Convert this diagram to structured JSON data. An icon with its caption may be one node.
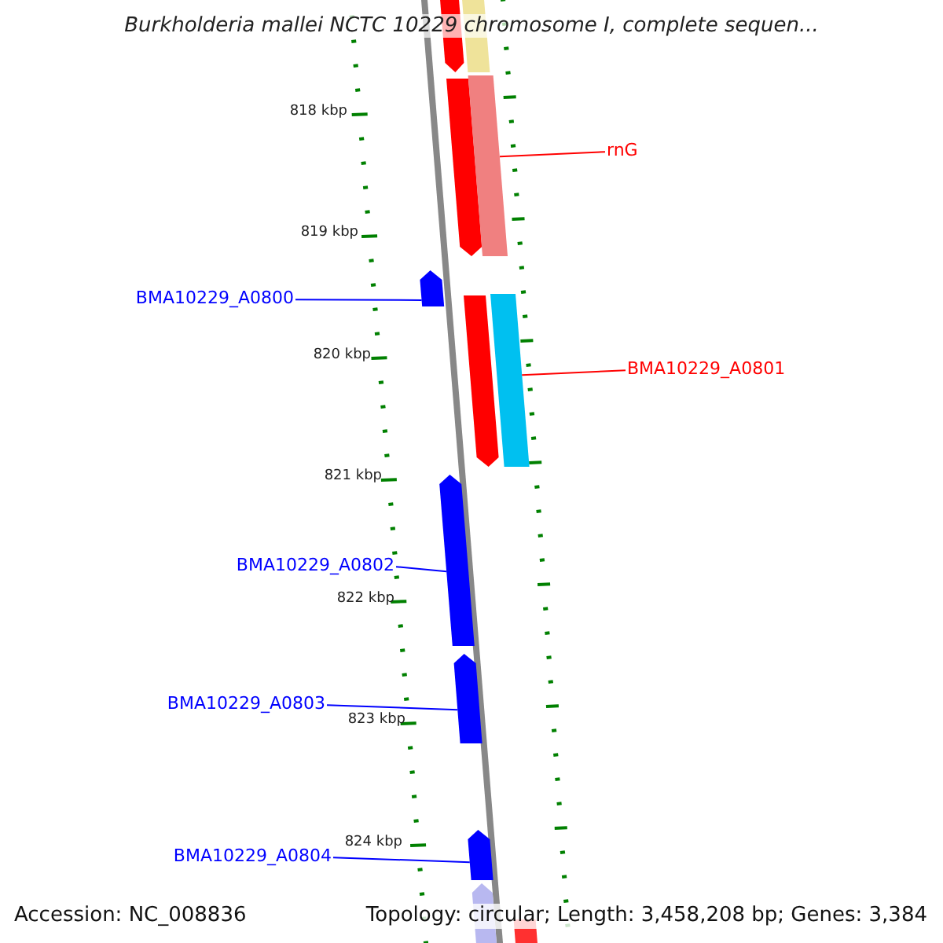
{
  "diagram": {
    "title": "Burkholderia mallei NCTC 10229 chromosome I, complete sequen...",
    "nodes": [
      {
        "text": [],
        "shape": "arrow"
      },
      {
        "text": [],
        "shape": "bar"
      },
      {
        "text": [],
        "shape": "arrow"
      },
      {
        "text": [],
        "shape": "bar"
      },
      {
        "text": [
          "rnG"
        ]
      },
      {
        "text": [
          "BMA10229_A0800"
        ]
      },
      {
        "text": [],
        "shape": "arrow"
      },
      {
        "text": [],
        "shape": "arrow"
      },
      {
        "text": [],
        "shape": "bar"
      },
      {
        "text": [
          "BMA10229_A0801"
        ]
      },
      {
        "text": [],
        "shape": "arrow"
      },
      {
        "text": [
          "BMA10229_A0802"
        ]
      },
      {
        "text": [],
        "shape": "arrow"
      },
      {
        "text": [
          "BMA10229_A0803"
        ]
      },
      {
        "text": [],
        "shape": "arrow"
      },
      {
        "text": [
          "BMA10229_A0804"
        ]
      },
      {
        "text": [],
        "shape": "arrow"
      },
      {
        "text": [],
        "shape": "bar"
      }
    ],
    "edges": [
      {
        "from": 4,
        "to": 3,
        "arrow": "none",
        "color": "#ff0000"
      },
      {
        "from": 5,
        "to": 6,
        "arrow": "none"
      },
      {
        "from": 9,
        "to": 8,
        "arrow": "none",
        "color": "#ff0000"
      },
      {
        "from": 11,
        "to": 10,
        "arrow": "none"
      },
      {
        "from": 13,
        "to": 12,
        "arrow": "none"
      },
      {
        "from": 15,
        "to": 14,
        "arrow": "none"
      }
    ],
    "labels": [
      "818 kbp",
      "819 kbp",
      "820 kbp",
      "821 kbp",
      "822 kbp",
      "823 kbp",
      "824 kbp",
      "Accession: NC_008836",
      "Topology: circular; Length: 3,458,208 bp; Genes: 3,384"
    ]
  }
}
